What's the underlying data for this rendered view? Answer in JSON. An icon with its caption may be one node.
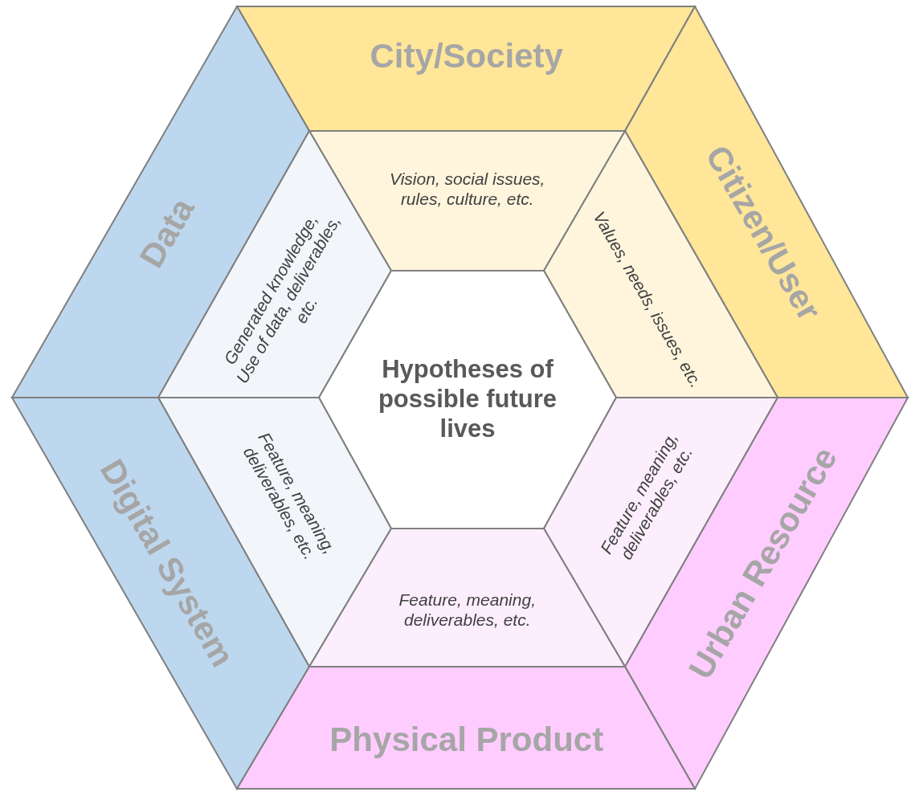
{
  "diagram": {
    "nodes": [
      {
        "text": [
          "City/Society"
        ]
      },
      {
        "text": [
          "Data"
        ]
      },
      {
        "text": [
          "Citizen/User"
        ]
      },
      {
        "text": [
          "Vision, social issues, rules, culture, etc."
        ]
      },
      {
        "text": [
          "Generated knowledge, Use of data, deliverables, etc."
        ]
      },
      {
        "text": [
          "Values, needs, issues, etc."
        ]
      },
      {
        "text": [
          "Hypotheses of possible future lives"
        ]
      },
      {
        "text": [
          "Feature, meaning, deliverables, etc."
        ]
      },
      {
        "text": [
          "Feature, meaning, deliverables, etc."
        ]
      },
      {
        "text": [
          "Digital System"
        ]
      },
      {
        "text": [
          "Urban Resource"
        ]
      },
      {
        "text": [
          "Feature, meaning, deliverables, etc."
        ]
      },
      {
        "text": [
          "Physical Product"
        ]
      }
    ]
  }
}
